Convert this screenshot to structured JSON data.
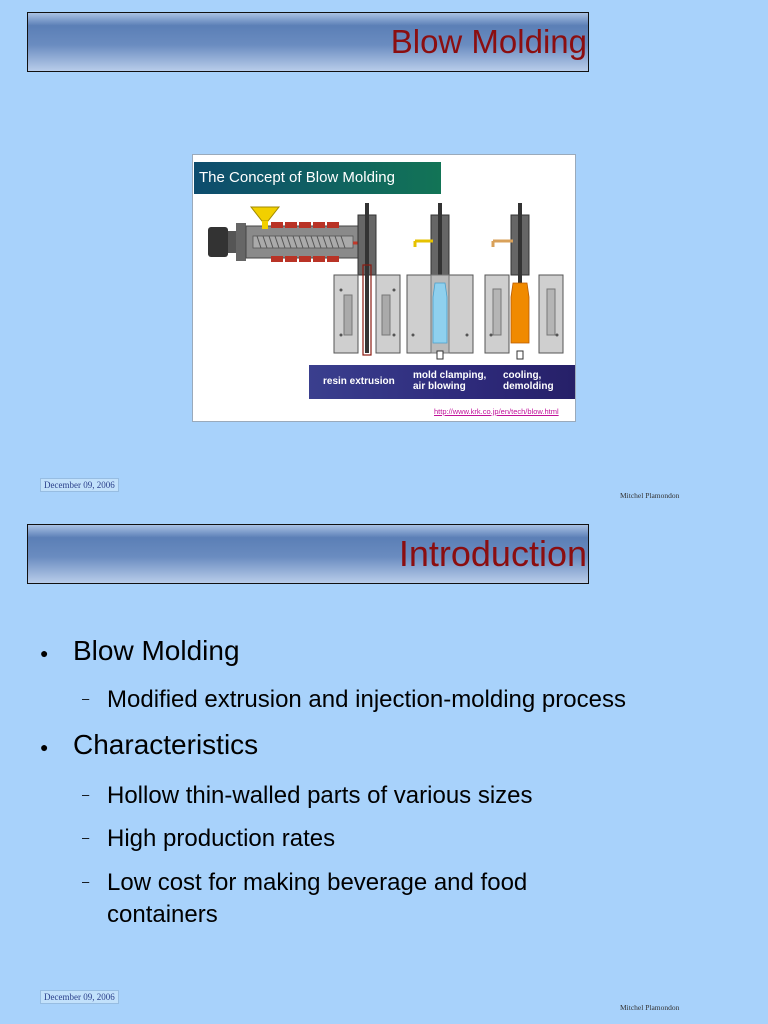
{
  "slide1": {
    "title": "Blow Molding",
    "figure": {
      "heading": "The Concept of Blow Molding",
      "stages": [
        "resin extrusion",
        "mold clamping,\nair blowing",
        "cooling,\ndemolding"
      ],
      "url": "http://www.krk.co.jp/en/tech/blow.html",
      "colors": {
        "band": "#2e2a7b",
        "heading_bg": "#0d4c6e",
        "hopper": "#f2d000",
        "heater": "#c0392b",
        "bottle_blue": "#7fc8e8",
        "bottle_orange": "#f08a00"
      }
    },
    "footer": {
      "date": "December 09, 2006",
      "author": "Mitchel Plamondon"
    }
  },
  "slide2": {
    "title": "Introduction",
    "bullets": [
      {
        "text": "Blow Molding",
        "sub": [
          "Modified extrusion and injection-molding process"
        ]
      },
      {
        "text": "Characteristics",
        "sub": [
          "Hollow thin-walled parts of various sizes",
          "High production rates",
          "Low cost for making beverage and food containers"
        ]
      }
    ],
    "bullet_glyph": "●",
    "sub_glyph": "–",
    "footer": {
      "date": "December 09, 2006",
      "author": "Mitchel Plamondon"
    }
  }
}
